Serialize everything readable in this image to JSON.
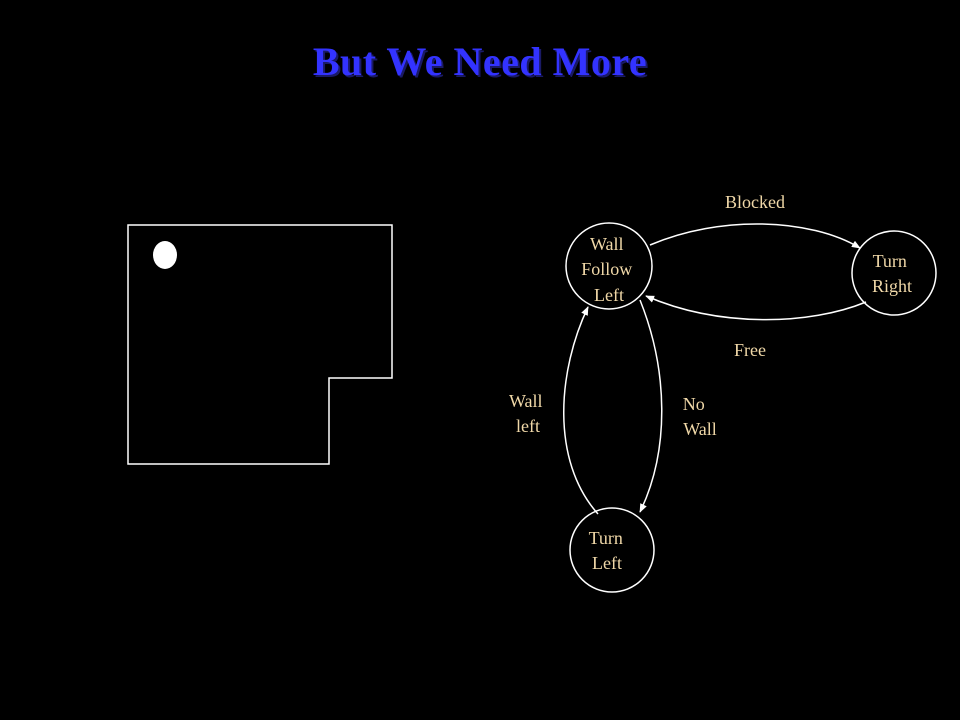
{
  "title": "But We Need More",
  "colors": {
    "background": "#000000",
    "title": "#3333ff",
    "label": "#f0d8a8",
    "stroke": "#ffffff"
  },
  "states": {
    "wall_follow_left": [
      "Wall",
      "Follow",
      "Left"
    ],
    "turn_right": [
      "Turn",
      "Right"
    ],
    "turn_left": [
      "Turn",
      "Left"
    ]
  },
  "transitions": {
    "blocked": [
      "Blocked"
    ],
    "free": [
      "Free"
    ],
    "no_wall": [
      "No",
      "Wall"
    ],
    "wall_left": [
      "Wall",
      "left"
    ]
  }
}
